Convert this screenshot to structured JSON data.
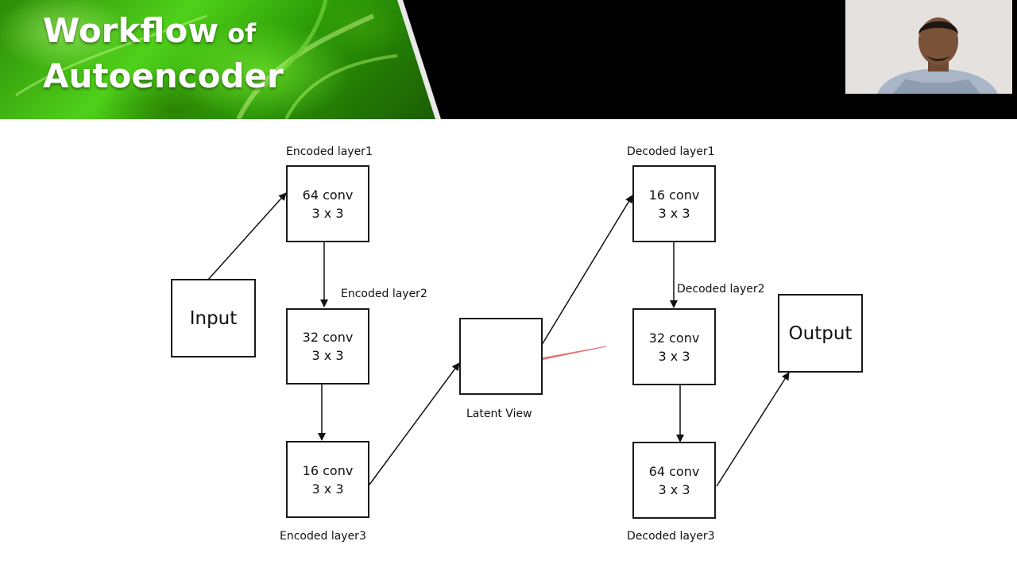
{
  "slide": {
    "title_line1_word1": "Workflow",
    "title_line1_word2": "of",
    "title_line2": "Autoencoder"
  },
  "webcam": {
    "icon": "presenter-person-icon"
  },
  "diagram": {
    "input": "Input",
    "output": "Output",
    "latent_label": "Latent View",
    "encoder": [
      {
        "label": "Encoded layer1",
        "filters": "64 conv",
        "kernel": "3 x 3"
      },
      {
        "label": "Encoded layer2",
        "filters": "32 conv",
        "kernel": "3 x 3"
      },
      {
        "label": "Encoded layer3",
        "filters": "16 conv",
        "kernel": "3 x 3"
      }
    ],
    "decoder": [
      {
        "label": "Decoded layer1",
        "filters": "16 conv",
        "kernel": "3 x 3"
      },
      {
        "label": "Decoded layer2",
        "filters": "32 conv",
        "kernel": "3 x 3"
      },
      {
        "label": "Decoded layer3",
        "filters": "64 conv",
        "kernel": "3 x 3"
      }
    ],
    "pointer_color": "#e57373",
    "line_color": "#111111"
  }
}
